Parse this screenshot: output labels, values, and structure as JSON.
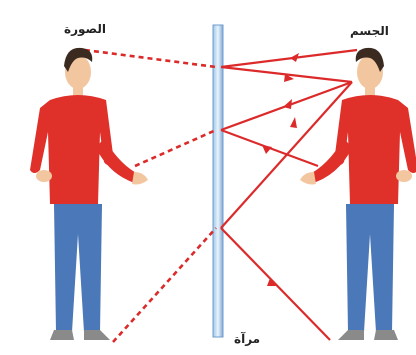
{
  "labels": {
    "image": "الصورة",
    "object": "الجسم",
    "mirror": "مرآة"
  },
  "colors": {
    "ray": "#dc2a2a",
    "shirt": "#e0302a",
    "jeans": "#4a78b8",
    "skin": "#f2c7a0",
    "hair": "#3b2a20",
    "mirror": "#8fb8e0"
  }
}
